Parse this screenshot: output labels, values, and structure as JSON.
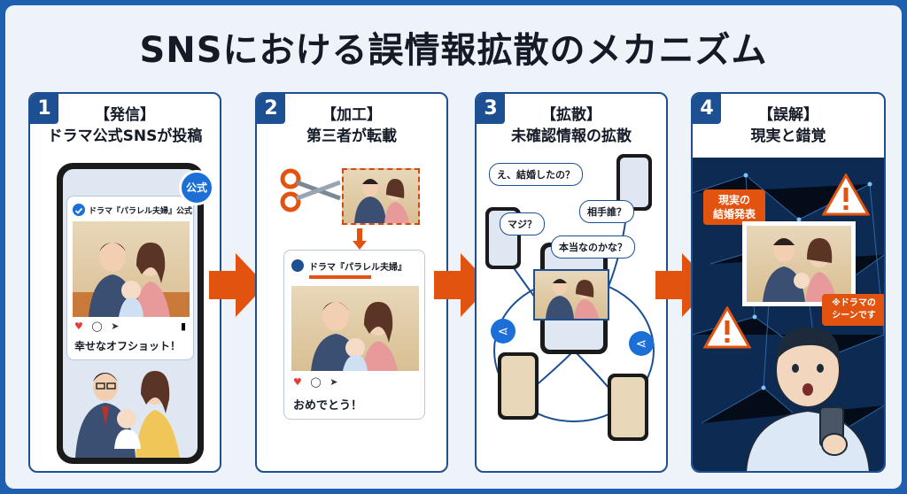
{
  "title": "SNSにおける誤情報拡散のメカニズム",
  "panels": [
    {
      "num": "1",
      "heading": "【発信】",
      "subheading": "ドラマ公式SNSが投稿",
      "official_badge": "公式",
      "account_name": "ドラマ『パラレル夫婦』公式",
      "caption": "幸せなオフショット！"
    },
    {
      "num": "2",
      "heading": "【加工】",
      "subheading": "第三者が転載",
      "account_name": "ドラマ『パラレル夫婦』",
      "caption": "おめでとう！"
    },
    {
      "num": "3",
      "heading": "【拡散】",
      "subheading": "未確認情報の拡散",
      "bubbles": [
        "え、結婚したの？",
        "マジ？",
        "相手誰？",
        "本当なのかな？"
      ]
    },
    {
      "num": "4",
      "heading": "【誤解】",
      "subheading": "現実と錯覚",
      "label_reality": "現実の\n結婚発表",
      "label_scene": "※ドラマの\nシーンです"
    }
  ],
  "colors": {
    "navy": "#1d4f93",
    "orange": "#e2530f",
    "dark_bg": "#0d2a52"
  },
  "icons": [
    "heart-icon",
    "comment-icon",
    "share-icon",
    "bookmark-icon",
    "scissors-icon",
    "warning-icon",
    "checkmark-icon",
    "share-network-icon"
  ]
}
